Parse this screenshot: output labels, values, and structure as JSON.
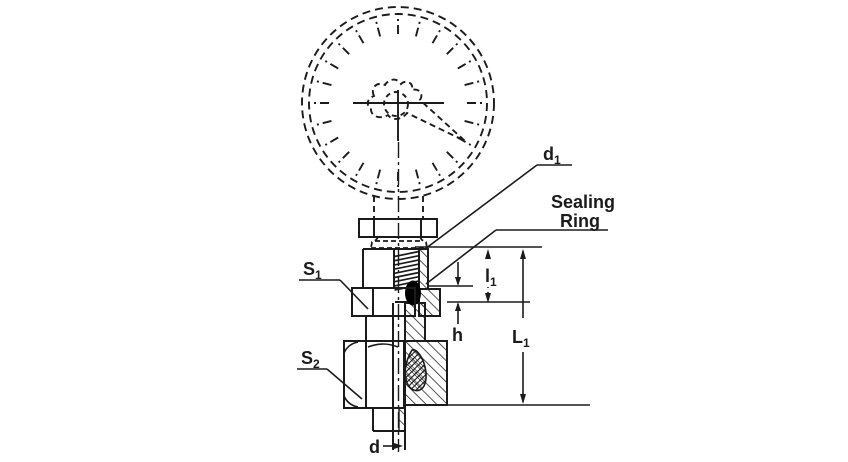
{
  "meta": {
    "drawing_type": "technical section drawing",
    "subject": "Pressure gauge with threaded fitting, sealing ring and hex nuts, dimensioned"
  },
  "colors": {
    "line": "#1b1b1b",
    "background": "#ffffff",
    "sealing_ring_fill": "#000000"
  },
  "labels": {
    "d1_main": "d",
    "d1_sub": "1",
    "sealing_line1": "Sealing",
    "sealing_line2": "Ring",
    "s1_main": "S",
    "s1_sub": "1",
    "s2_main": "S",
    "s2_sub": "2",
    "h": "h",
    "l1_main": "l",
    "l1_sub": "1",
    "L1_main": "L",
    "L1_sub": "1",
    "d": "d"
  }
}
